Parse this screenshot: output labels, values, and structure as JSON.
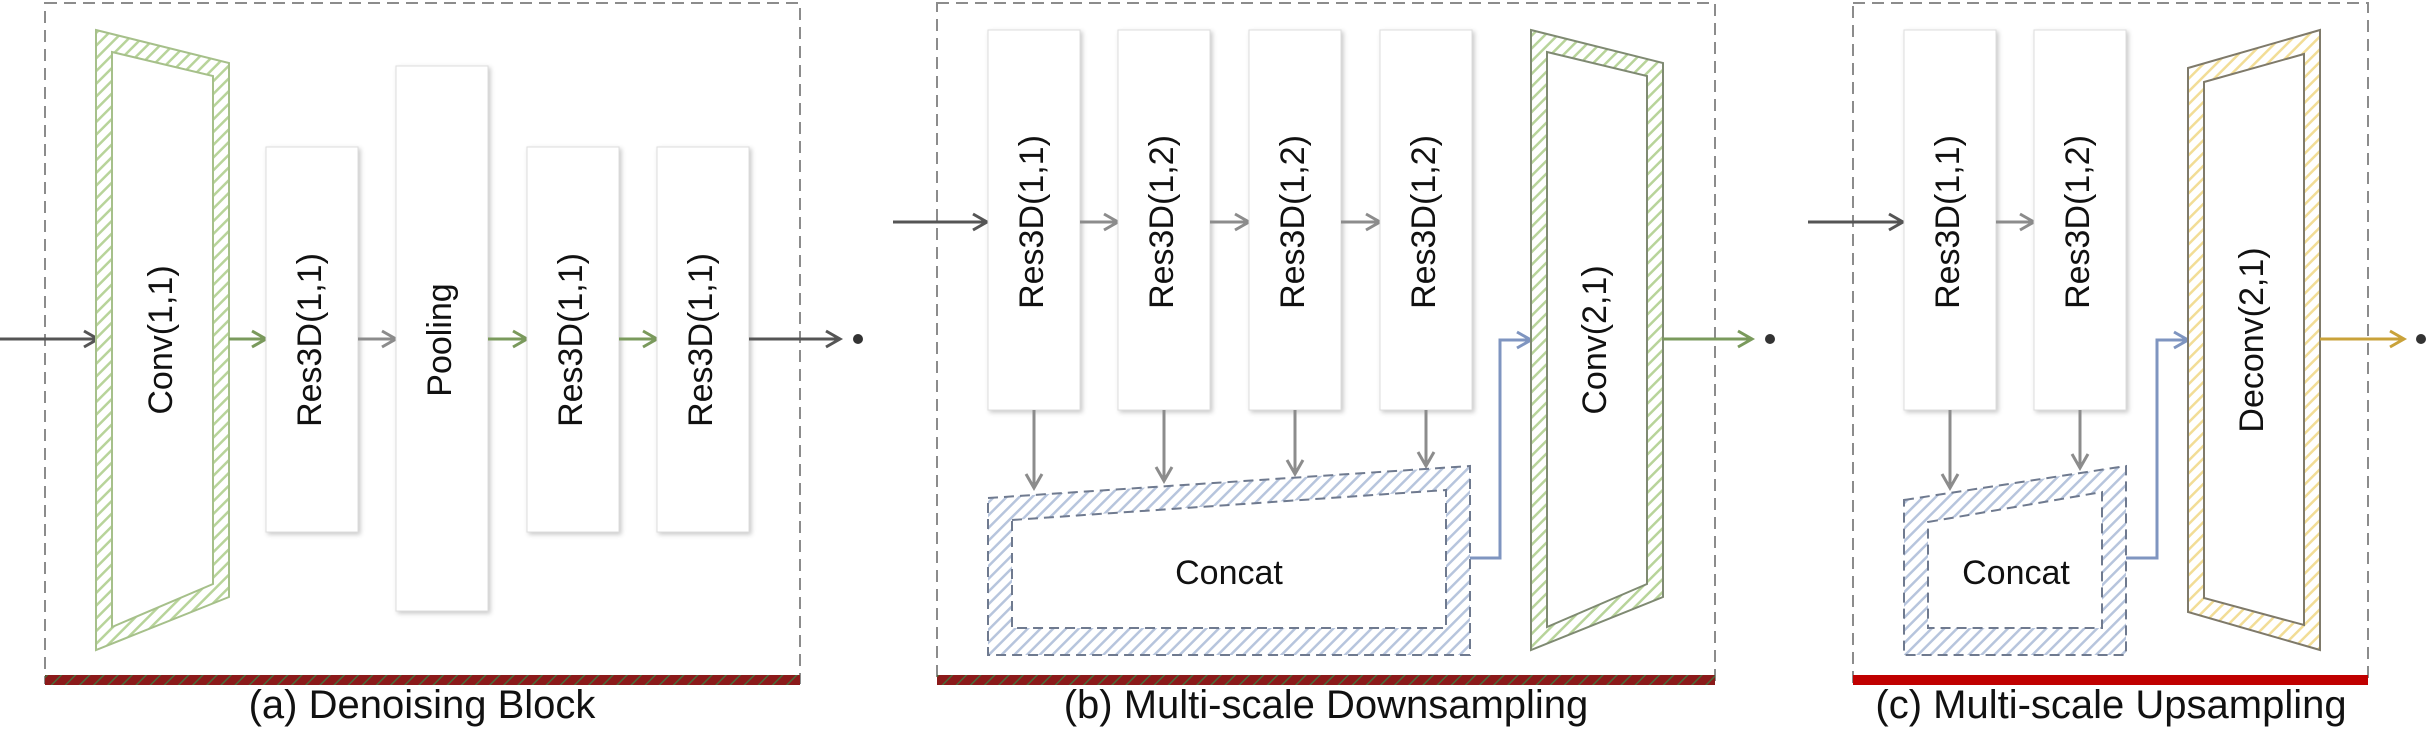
{
  "panels": [
    {
      "caption": "(a) Denoising Block",
      "conv_label": "Conv(1,1)",
      "blocks": [
        "Res3D(1,1)",
        "Pooling",
        "Res3D(1,1)",
        "Res3D(1,1)"
      ],
      "bar_color": "#8b1a1a"
    },
    {
      "caption": "(b) Multi-scale Downsampling",
      "blocks": [
        "Res3D(1,1)",
        "Res3D(1,2)",
        "Res3D(1,2)",
        "Res3D(1,2)"
      ],
      "concat_label": "Concat",
      "conv_label": "Conv(2,1)",
      "bar_color": "#8b1a1a"
    },
    {
      "caption": "(c) Multi-scale Upsampling",
      "blocks": [
        "Res3D(1,1)",
        "Res3D(1,2)"
      ],
      "concat_label": "Concat",
      "deconv_label": "Deconv(2,1)",
      "bar_color": "#c00000"
    }
  ],
  "colors": {
    "conv_hatch": "#b8d49a",
    "concat_hatch": "#b7c5dd",
    "deconv_hatch": "#f2dd96",
    "arrow_gray": "#8c8c8c",
    "arrow_dark": "#555555",
    "arrow_green": "#7a9a5c",
    "arrow_blue": "#7f95c0",
    "arrow_gold": "#c9a23a"
  }
}
